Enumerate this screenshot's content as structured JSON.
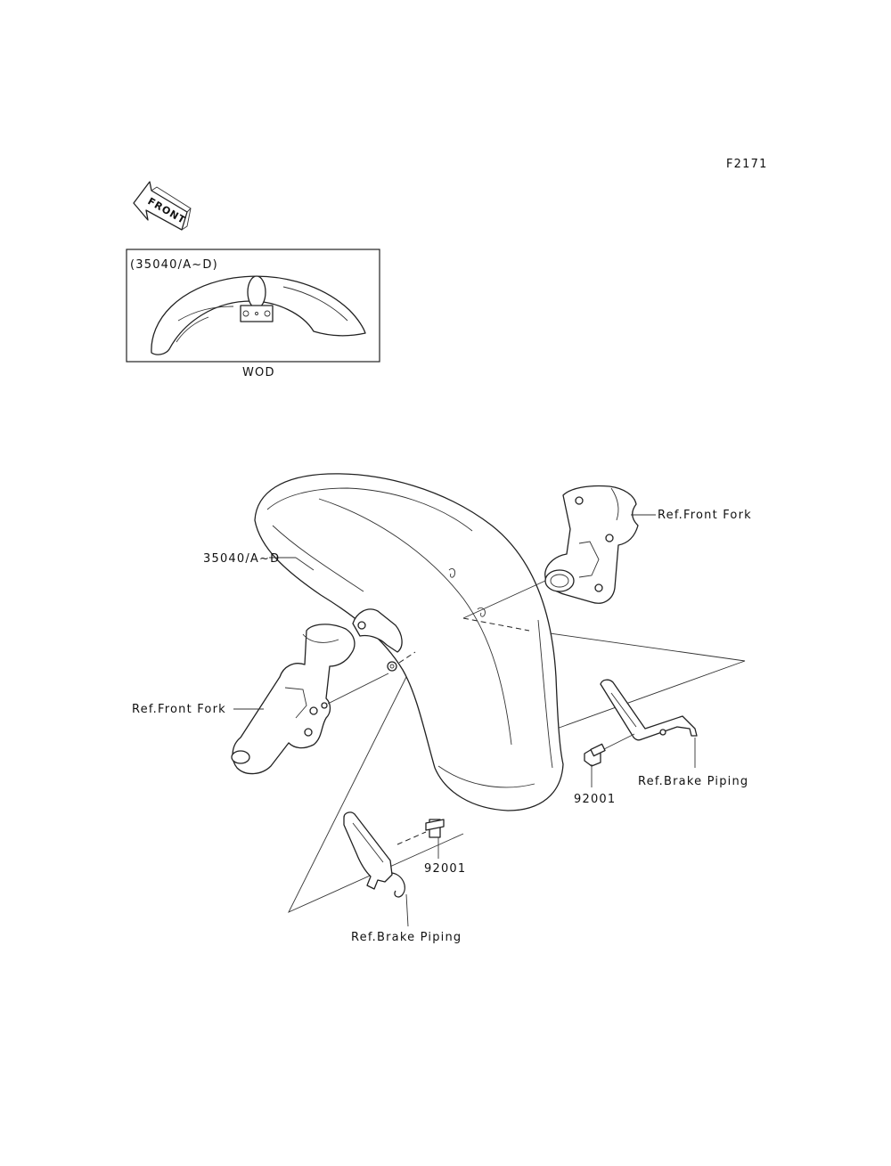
{
  "figure_code": "F2171",
  "front_arrow_text": "FRONT",
  "inset": {
    "part_label": "(35040/A~D)",
    "caption": "WOD"
  },
  "callouts": {
    "fender_part": "35040/A~D",
    "front_fork_right": "Ref.Front Fork",
    "front_fork_left": "Ref.Front Fork",
    "bolt_right": "92001",
    "bolt_center": "92001",
    "brake_piping_right": "Ref.Brake Piping",
    "brake_piping_bottom": "Ref.Brake Piping"
  }
}
